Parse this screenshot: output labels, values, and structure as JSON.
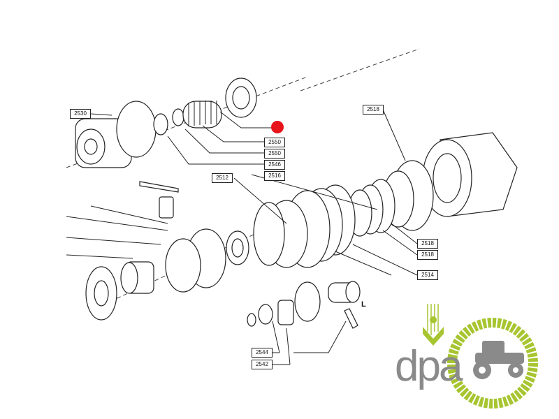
{
  "diagram": {
    "part_labels": [
      "2530",
      "2550",
      "2550",
      "2546",
      "2516",
      "2512",
      "2518",
      "2518",
      "2518",
      "2514",
      "2544",
      "2542"
    ],
    "dimension_letter": "L",
    "highlight_marker_color": "#e8141b"
  },
  "logo": {
    "text": "dpa",
    "gray": "#8a8a8a",
    "green": "#a7c530"
  }
}
